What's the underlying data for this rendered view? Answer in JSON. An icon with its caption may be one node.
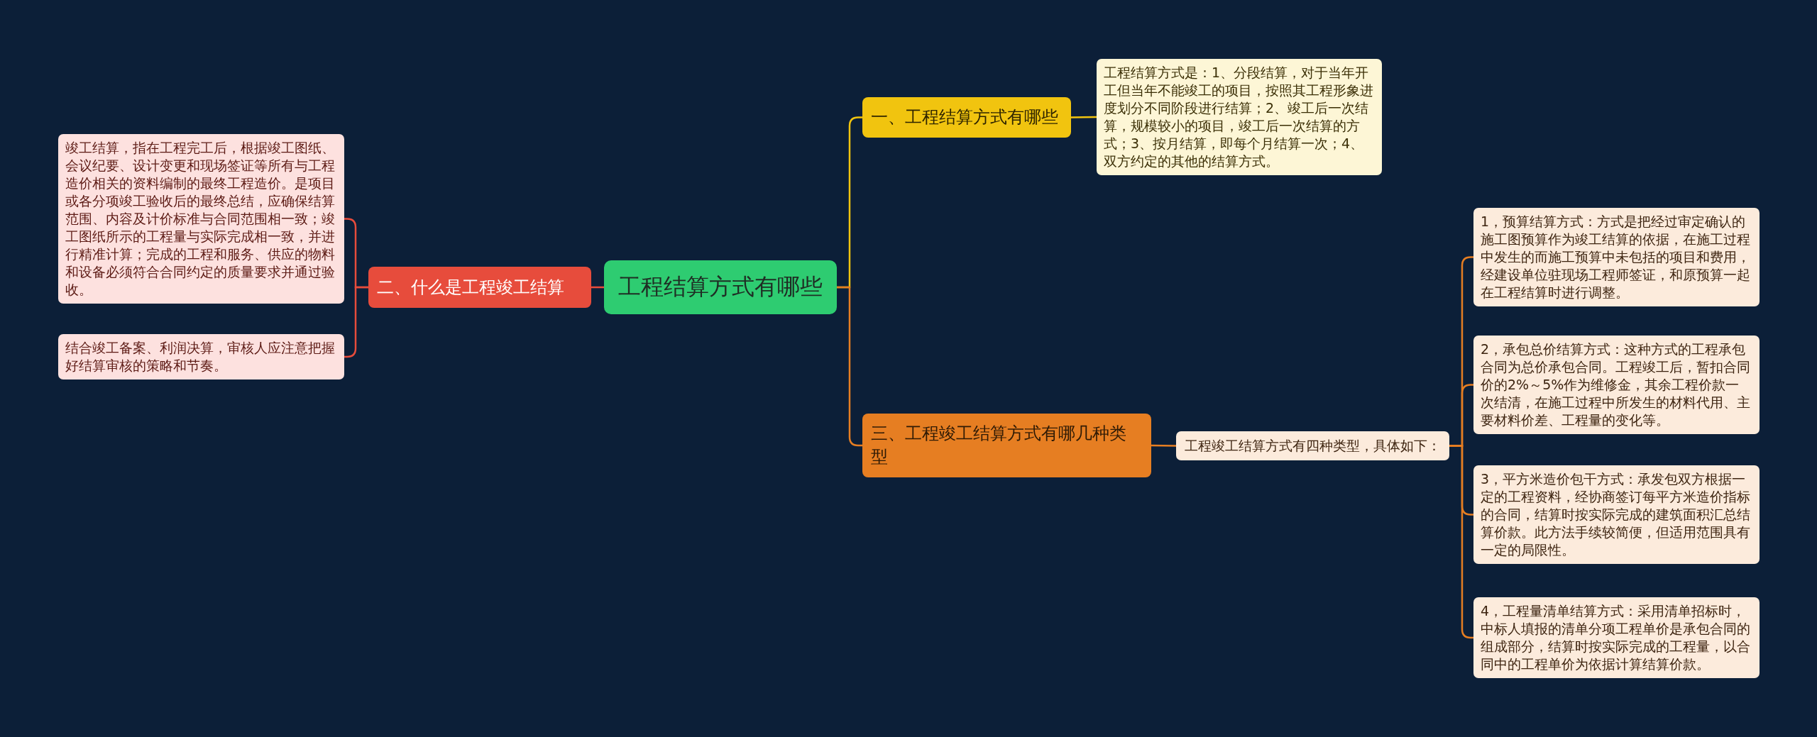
{
  "diagram": {
    "nodes": [
      {
        "text": [
          "工程结算方式有哪些"
        ]
      },
      {
        "text": [
          "一、工程结算方式有哪些"
        ]
      },
      {
        "text": [
          "工程结算方式是：1、分段结算，对于当年开工但当年不能竣工的项目，按照其工程形象进度划分不同阶段进行结算；2、竣工后一次结算，规模较小的项目，竣工后一次结算的方式；3、按月结算，即每个月结算一次；4、双方约定的其他的结算方式。"
        ]
      },
      {
        "text": [
          "二、什么是工程竣工结算"
        ]
      },
      {
        "text": [
          "竣工结算，指在工程完工后，根据竣工图纸、会议纪要、设计变更和现场签证等所有与工程造价相关的资料编制的最终工程造价。是项目或各分项竣工验收后的最终总结，应确保结算范围、内容及计价标准与合同范围相一致；竣工图纸所示的工程量与实际完成相一致，并进行精准计算；完成的工程和服务、供应的物料和设备必须符合合同约定的质量要求并通过验收。"
        ]
      },
      {
        "text": [
          "结合竣工备案、利润决算，审核人应注意把握好结算审核的策略和节奏。"
        ]
      },
      {
        "text": [
          "三、工程竣工结算方式有哪几种类型"
        ]
      },
      {
        "text": [
          "工程竣工结算方式有四种类型，具体如下："
        ]
      },
      {
        "text": [
          "1，预算结算方式：方式是把经过审定确认的施工图预算作为竣工结算的依据，在施工过程中发生的而施工预算中未包括的项目和费用，经建设单位驻现场工程师签证，和原预算一起在工程结算时进行调整。"
        ]
      },
      {
        "text": [
          "2，承包总价结算方式：这种方式的工程承包合同为总价承包合同。工程竣工后，暂扣合同价的2%～5%作为维修金，其余工程价款一次结清，在施工过程中所发生的材料代用、主要材料价差、工程量的变化等。"
        ]
      },
      {
        "text": [
          "3，平方米造价包干方式：承发包双方根据一定的工程资料，经协商签订每平方米造价指标的合同，结算时按实际完成的建筑面积汇总结算价款。此方法手续较简便，但适用范围具有一定的局限性。"
        ]
      },
      {
        "text": [
          "4，工程量清单结算方式：采用清单招标时，中标人填报的清单分项工程单价是承包合同的组成部分，结算时按实际完成的工程量，以合同中的工程单价为依据计算结算价款。"
        ]
      }
    ],
    "edges": [
      {
        "from": 0,
        "to": 1,
        "arrow": "none",
        "color": "#f1c40f"
      },
      {
        "from": 1,
        "to": 2,
        "arrow": "none",
        "color": "#f1c40f"
      },
      {
        "from": 0,
        "to": 3,
        "arrow": "none",
        "color": "#e74c3c"
      },
      {
        "from": 3,
        "to": 4,
        "arrow": "none",
        "color": "#e74c3c"
      },
      {
        "from": 3,
        "to": 5,
        "arrow": "none",
        "color": "#e74c3c"
      },
      {
        "from": 0,
        "to": 6,
        "arrow": "none"
      },
      {
        "from": 6,
        "to": 7,
        "arrow": "none"
      },
      {
        "from": 7,
        "to": 8,
        "arrow": "none"
      },
      {
        "from": 7,
        "to": 9,
        "arrow": "none"
      },
      {
        "from": 7,
        "to": 10,
        "arrow": "none"
      },
      {
        "from": 7,
        "to": 11,
        "arrow": "none"
      }
    ]
  }
}
